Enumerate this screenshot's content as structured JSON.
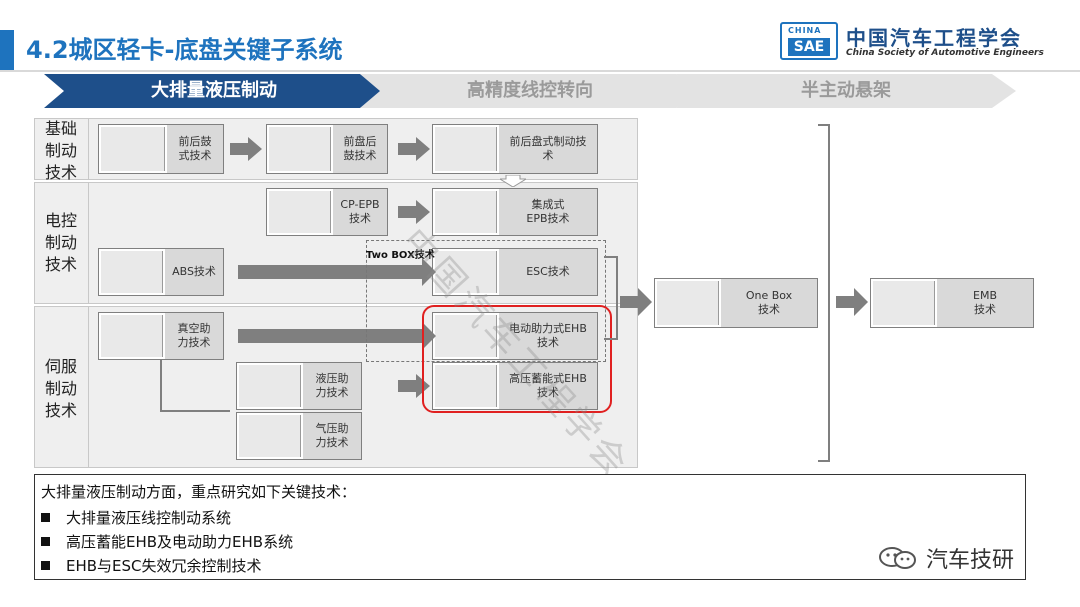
{
  "header": {
    "title": "4.2城区轻卡-底盘关键子系统",
    "logo_badge_top": "CHINA",
    "logo_badge_main": "SAE",
    "logo_cn": "中国汽车工程学会",
    "logo_en": "China Society of Automotive Engineers"
  },
  "tabs": [
    {
      "label": "大排量液压制动",
      "active": true
    },
    {
      "label": "高精度线控转向",
      "active": false
    },
    {
      "label": "半主动悬架",
      "active": false
    }
  ],
  "rows": [
    {
      "label": [
        "基础",
        "制动",
        "技术"
      ]
    },
    {
      "label": [
        "电控",
        "制动",
        "技术"
      ]
    },
    {
      "label": [
        "伺服",
        "制动",
        "技术"
      ]
    }
  ],
  "components": {
    "drum": [
      "前后鼓",
      "式技术"
    ],
    "disc_drum": [
      "前盘后",
      "鼓技术"
    ],
    "disc": [
      "前后盘式制动技",
      "术"
    ],
    "cp_epb": [
      "CP-EPB",
      "技术"
    ],
    "int_epb": [
      "集成式",
      "EPB技术"
    ],
    "abs": [
      "ABS技术"
    ],
    "esc": [
      "ESC技术"
    ],
    "vacuum": [
      "真空助",
      "力技术"
    ],
    "ehb_electric": [
      "电动助力式EHB",
      "技术"
    ],
    "ehb_hp": [
      "高压蓄能式EHB",
      "技术"
    ],
    "hydraulic": [
      "液压助",
      "力技术"
    ],
    "pneumatic": [
      "气压助",
      "力技术"
    ],
    "onebox": [
      "One Box",
      "技术"
    ],
    "emb": [
      "EMB",
      "技术"
    ]
  },
  "twobox_label": "Two BOX技术",
  "watermark": "中国汽车工程学会",
  "summary": {
    "heading": "大排量液压制动方面，重点研究如下关键技术：",
    "items": [
      "大排量液压线控制动系统",
      "高压蓄能EHB及电动助力EHB系统",
      "EHB与ESC失效冗余控制技术"
    ]
  },
  "wechat": "汽车技研",
  "colors": {
    "accent": "#1e73be",
    "active_tab": "#1e4f8a",
    "inactive_tab": "#e3e3e3",
    "highlight": "#e02020",
    "arrow": "#7f7f7f"
  }
}
